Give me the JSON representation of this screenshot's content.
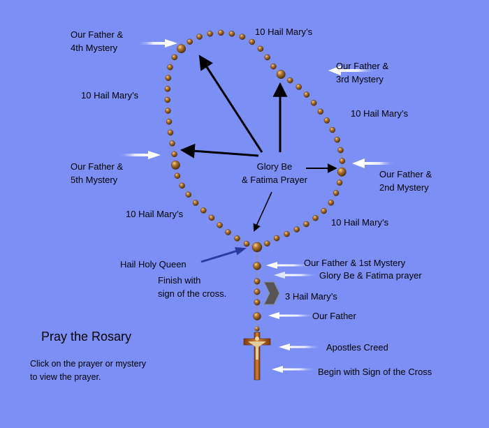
{
  "title": "Pray the Rosary",
  "instructions": [
    "Click on the prayer or mystery",
    "to view the prayer."
  ],
  "labels": {
    "our_father_4th": [
      "Our Father &",
      "4th Mystery"
    ],
    "hail_marys_top": "10 Hail Mary’s",
    "our_father_3rd": [
      "Our Father &",
      "3rd Mystery"
    ],
    "hail_marys_left": "10  Hail Mary’s",
    "hail_marys_right": "10 Hail Mary’s",
    "our_father_5th": [
      "Our Father &",
      "5th Mystery"
    ],
    "glory_be_center": [
      "Glory Be",
      "& Fatima Prayer"
    ],
    "our_father_2nd": [
      "Our Father &",
      "2nd Mystery"
    ],
    "hail_marys_bottom_left": "10 Hail Mary’s",
    "hail_marys_bottom_right": "10 Hail Mary’s",
    "hail_holy_queen": "Hail Holy Queen",
    "finish": [
      "Finish with",
      "sign of the cross."
    ],
    "our_father_1st": "Our Father  & 1st Mystery",
    "glory_be_fatima": "Glory Be  & Fatima prayer",
    "three_hail_marys": "3 Hail Mary’s",
    "our_father": "Our Father",
    "apostles_creed": "Apostles Creed",
    "begin": "Begin with Sign of the Cross"
  },
  "colors": {
    "background": "#7b8ff5",
    "bead": "#8a5a1e",
    "bead_highlight": "#f0c078",
    "arrow": "#000000",
    "pointer_arrow": "#eef2ff",
    "crucifix": "#b35a1e"
  },
  "icons": [
    "rosary-beads",
    "crucifix-icon",
    "chevron-right-icon",
    "pointer-arrow-icon"
  ]
}
